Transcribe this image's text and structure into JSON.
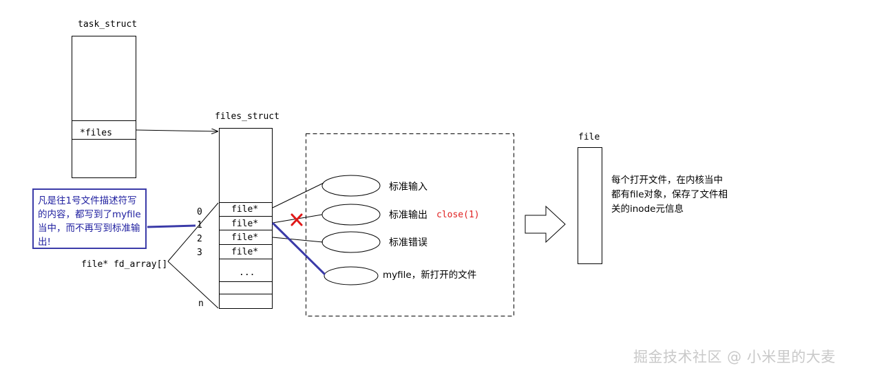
{
  "task_struct": {
    "title": "task_struct",
    "files_field": "*files"
  },
  "files_struct": {
    "title": "files_struct",
    "slots": [
      "file*",
      "file*",
      "file*",
      "file*"
    ],
    "ellipsis": "...",
    "indices": [
      "0",
      "1",
      "2",
      "3"
    ],
    "last_index": "n",
    "array_label": "file* fd_array[]"
  },
  "targets": {
    "stdin": "标准输入",
    "stdout": "标准输出",
    "close_call": "close(1)",
    "stderr": "标准错误",
    "myfile": "myfile，新打开的文件"
  },
  "note": "凡是往1号文件描述符写的内容，都写到了myfile当中，而不再写到标准输出!",
  "file_object": {
    "title": "file",
    "description": "每个打开文件，在内核当中都有file对象，保存了文件相关的inode元信息"
  },
  "watermark": "掘金技术社区 @ 小米里的大麦",
  "colors": {
    "note_blue": "#3a3aa8",
    "close_red": "#e02020",
    "cross_red": "#e01818"
  }
}
